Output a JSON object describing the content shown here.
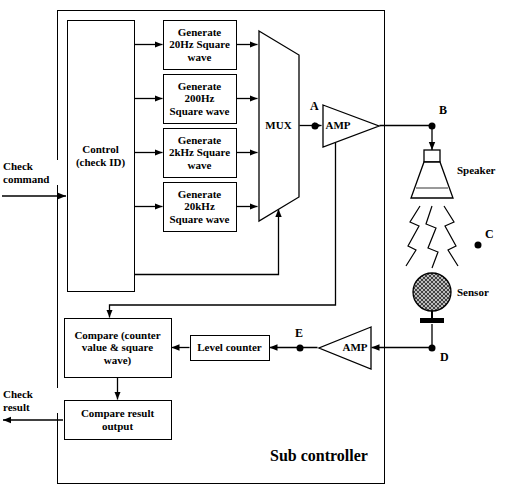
{
  "diagram": {
    "nodes": [
      {
        "text": [
          "Sub controller"
        ]
      },
      {
        "text": [
          "Control (check ID)"
        ],
        "in": 0
      },
      {
        "text": [
          "Generate 20Hz Square wave"
        ],
        "in": 0
      },
      {
        "text": [
          "Generate 200Hz Square wave"
        ],
        "in": 0
      },
      {
        "text": [
          "Generate 2kHz Square wave"
        ],
        "in": 0
      },
      {
        "text": [
          "Generate 20kHz Square wave"
        ],
        "in": 0
      },
      {
        "text": [
          "MUX"
        ],
        "in": 0
      },
      {
        "text": [
          "AMP"
        ],
        "in": 0
      },
      {
        "text": [
          "Speaker"
        ]
      },
      {
        "text": [
          "Sensor"
        ]
      },
      {
        "text": [
          "Compare (counter value & square wave)"
        ],
        "in": 0
      },
      {
        "text": [
          "Level counter"
        ],
        "in": 0
      },
      {
        "text": [
          "AMP"
        ],
        "in": 0
      },
      {
        "text": [
          "Compare result output"
        ],
        "in": 0
      }
    ],
    "edges": [
      {
        "from": 1,
        "to": 2,
        "arrow": "to"
      },
      {
        "from": 1,
        "to": 3,
        "arrow": "to"
      },
      {
        "from": 1,
        "to": 4,
        "arrow": "to"
      },
      {
        "from": 1,
        "to": 5,
        "arrow": "to"
      },
      {
        "from": 2,
        "to": 6,
        "arrow": "to"
      },
      {
        "from": 3,
        "to": 6,
        "arrow": "to"
      },
      {
        "from": 4,
        "to": 6,
        "arrow": "to"
      },
      {
        "from": 5,
        "to": 6,
        "arrow": "to"
      },
      {
        "from": 1,
        "to": 6,
        "arrow": "to"
      },
      {
        "from": 6,
        "to": 7,
        "arrow": "to"
      },
      {
        "from": 7,
        "to": 8,
        "arrow": "to"
      },
      {
        "from": 7,
        "to": 10,
        "arrow": "to"
      },
      {
        "from": 9,
        "to": 12,
        "arrow": "to"
      },
      {
        "from": 12,
        "to": 11,
        "arrow": "to"
      },
      {
        "from": 11,
        "to": 10,
        "arrow": "to"
      },
      {
        "from": 10,
        "to": 13,
        "arrow": "to"
      }
    ],
    "labels": [
      "Check command",
      "Check result",
      "A",
      "B",
      "C",
      "D",
      "E"
    ]
  }
}
